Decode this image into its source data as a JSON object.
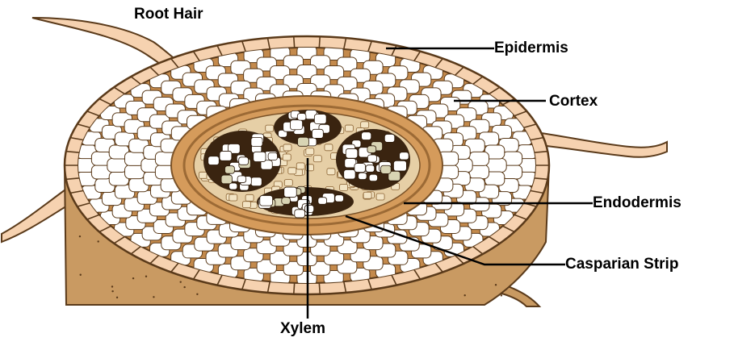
{
  "labels": {
    "root_hair": "Root Hair",
    "epidermis": "Epidermis",
    "cortex": "Cortex",
    "endodermis": "Endodermis",
    "casparian_strip": "Casparian Strip",
    "xylem": "Xylem"
  },
  "colors": {
    "background": "#ffffff",
    "root_body": "#c99a62",
    "root_body_dark": "#a37344",
    "epidermis_cell": "#f6d2b0",
    "cell_wall": "#5a3a1a",
    "cortex_cell": "#ffffff",
    "endodermis_ring": "#d59b5b",
    "casparian_strip": "#b5834a",
    "stele_cell": "#e6cfa6",
    "xylem_cell": "#ffffff",
    "xylem_small": "#d8d4b4",
    "leader_line": "#000000"
  }
}
